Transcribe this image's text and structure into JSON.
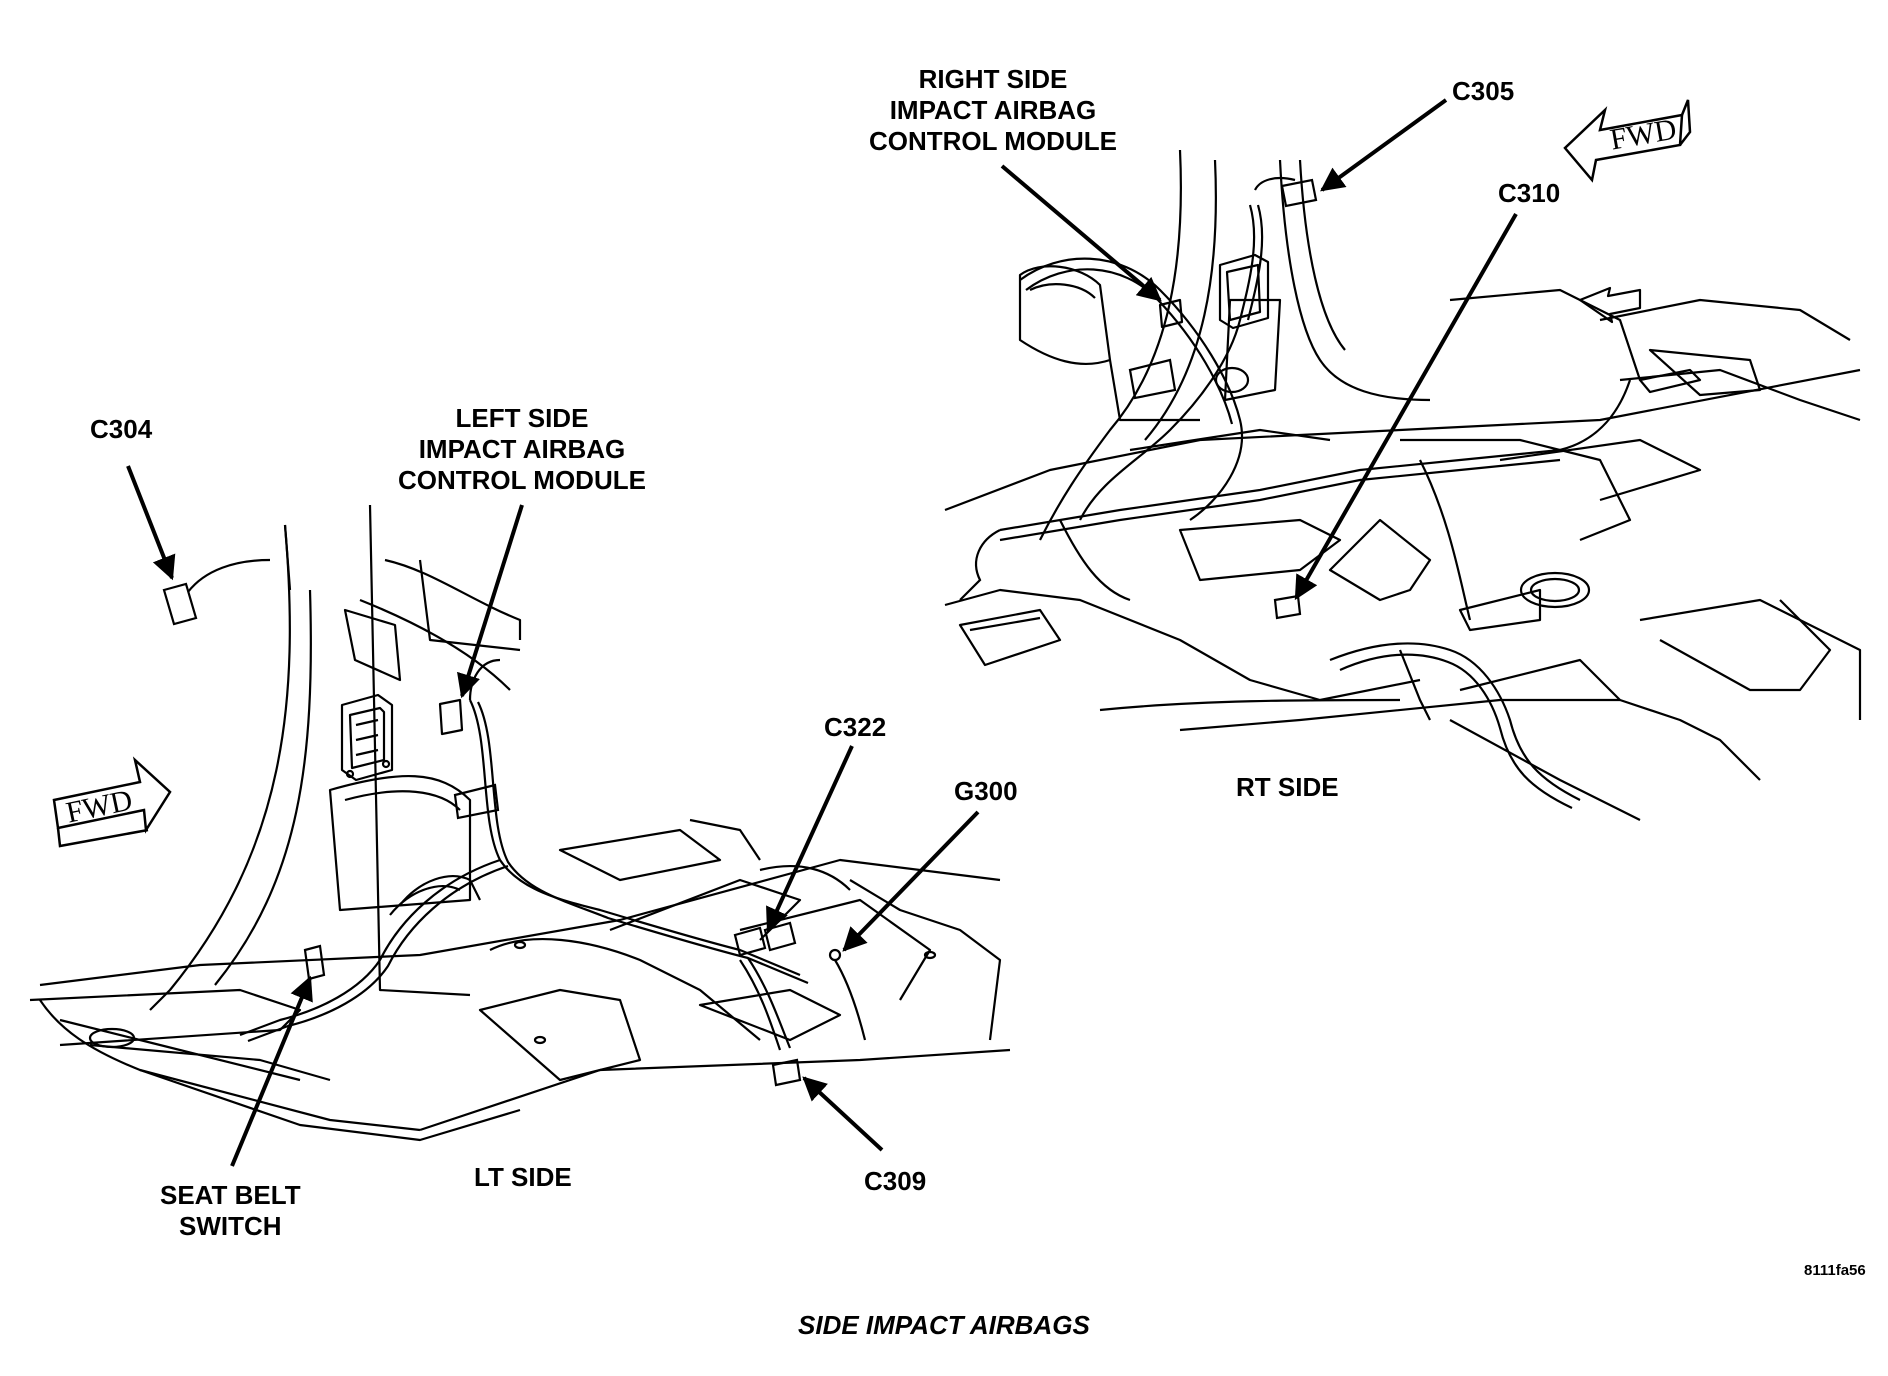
{
  "labels": {
    "c304": "C304",
    "left_module": [
      "LEFT SIDE",
      "IMPACT AIRBAG",
      "CONTROL MODULE"
    ],
    "right_module": [
      "RIGHT SIDE",
      "IMPACT AIRBAG",
      "CONTROL MODULE"
    ],
    "c305": "C305",
    "c310": "C310",
    "c322": "C322",
    "g300": "G300",
    "rt_side": "RT SIDE",
    "lt_side": "LT SIDE",
    "seat_belt_switch": [
      "SEAT BELT",
      "SWITCH"
    ],
    "c309": "C309"
  },
  "fwd_marker": "FWD",
  "figure_code": "8111fa56",
  "caption": "SIDE IMPACT AIRBAGS",
  "colors": {
    "ink": "#000000",
    "paper": "#ffffff"
  }
}
